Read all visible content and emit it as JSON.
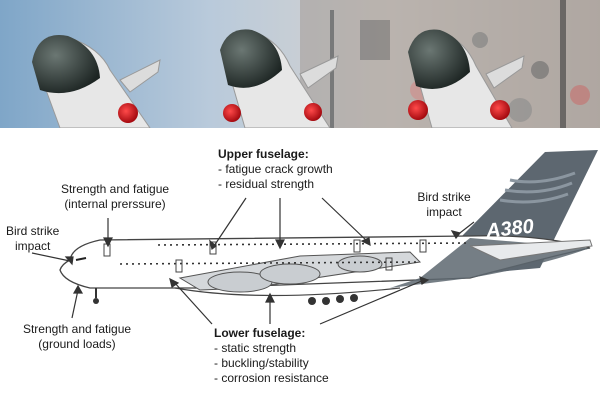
{
  "photo": {
    "description_icon": "airshow-crowd-photo",
    "sky_color": "#8fb1cf",
    "crowd_color": "#c9c3bd"
  },
  "diagram": {
    "upper_fuselage": {
      "title": "Upper fuselage:",
      "items": [
        "- fatigue crack growth",
        "- residual strength"
      ]
    },
    "lower_fuselage": {
      "title": "Lower fuselage:",
      "items": [
        "- static strength",
        "- buckling/stability",
        "- corrosion resistance"
      ]
    },
    "strength_internal": {
      "line1": "Strength and fatigue",
      "line2": "(internal prerssure)"
    },
    "strength_ground": {
      "line1": "Strength and fatigue",
      "line2": "(ground loads)"
    },
    "bird_strike_nose": {
      "line1": "Bird strike",
      "line2": "impact"
    },
    "bird_strike_tail": {
      "line1": "Bird strike",
      "line2": "impact"
    },
    "tail_logo": "A380",
    "colors": {
      "tail": "#5d6770",
      "fuselage_outline": "#444444",
      "engine": "#c9cdd1"
    }
  }
}
